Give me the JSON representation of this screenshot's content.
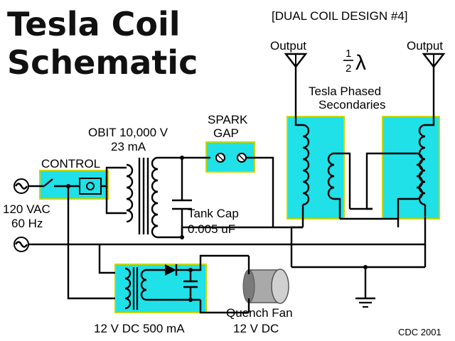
{
  "title": {
    "line1": "Tesla Coil",
    "line2": "Schematic"
  },
  "design_tag": "[DUAL COIL DESIGN #4]",
  "labels": {
    "output_left": "Output",
    "output_right": "Output",
    "half": "1",
    "half_den": "2",
    "lambda": "λ",
    "phased_line1": "Tesla Phased",
    "phased_line2": "Secondaries",
    "obit_line1": "OBIT 10,000 V",
    "obit_line2": "23 mA",
    "spark_line1": "SPARK",
    "spark_line2": "GAP",
    "control": "CONTROL",
    "vac_line1": "120 VAC",
    "vac_line2": "60 Hz",
    "tank_line1": "Tank Cap",
    "tank_line2": "0.005 uF",
    "dc_supply": "12 V DC 500 mA",
    "fan_line1": "Quench Fan",
    "fan_line2": "12 V DC",
    "credit": "CDC 2001"
  },
  "colors": {
    "box_fill": "#20e0e8",
    "box_border": "#c8d800",
    "wire": "#000000",
    "background": "#ffffff"
  },
  "icons": [
    "ac-source-icon",
    "switch-icon",
    "relay-icon",
    "transformer-icon",
    "capacitor-icon",
    "spark-gap-icon",
    "antenna-icon",
    "ground-icon",
    "diode-icon",
    "fan-icon"
  ]
}
